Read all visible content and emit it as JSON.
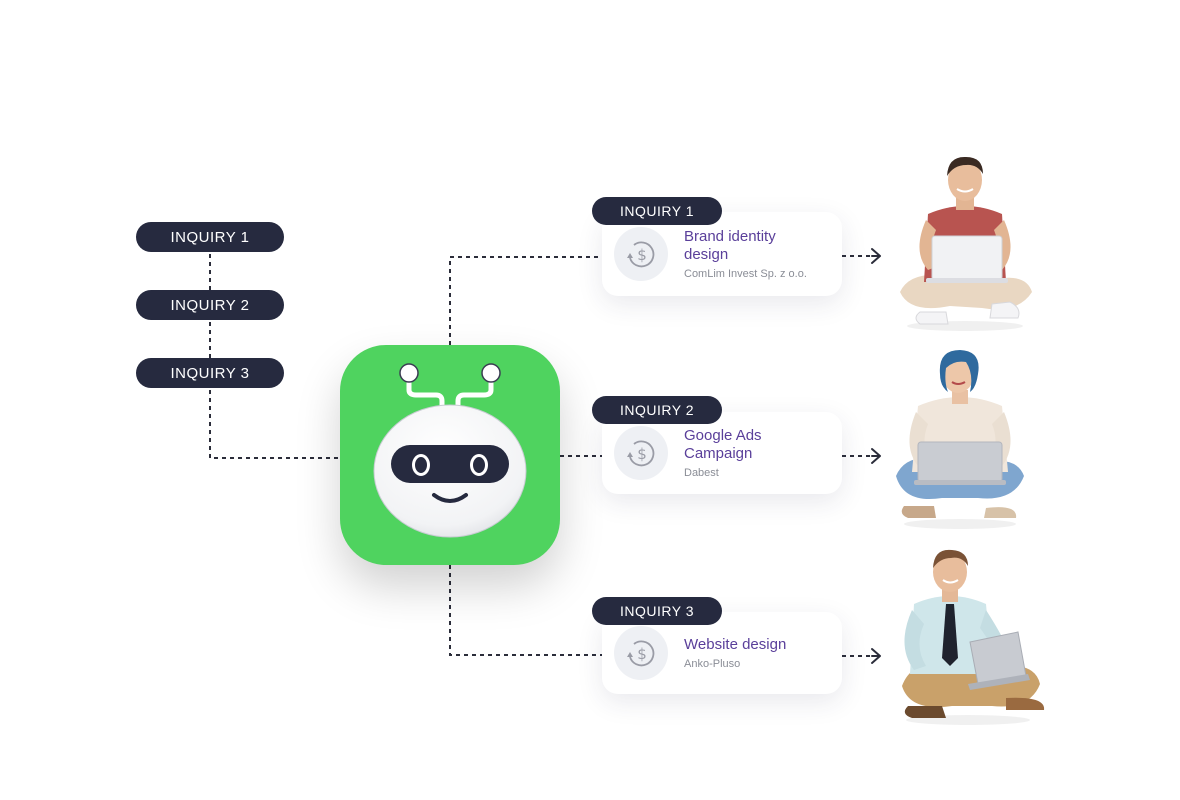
{
  "left_inquiries": [
    {
      "label": "INQUIRY 1"
    },
    {
      "label": "INQUIRY 2"
    },
    {
      "label": "INQUIRY 3"
    }
  ],
  "routed": [
    {
      "tag": "INQUIRY 1",
      "title_line1": "Brand identity",
      "title_line2": "design",
      "company": "ComLim Invest Sp. z o.o."
    },
    {
      "tag": "INQUIRY 2",
      "title_line1": "Google Ads",
      "title_line2": "Campaign",
      "company": "Dabest"
    },
    {
      "tag": "INQUIRY 3",
      "title_line1": "Website design",
      "title_line2": "",
      "company": "Anko-Pluso"
    }
  ],
  "colors": {
    "pill_bg": "#262a3f",
    "robot_green": "#4fd35f",
    "title_purple": "#5a3f9a",
    "connector": "#2b2d3a"
  },
  "icons": {
    "robot": "robot-icon",
    "coin": "dollar-refresh-icon",
    "arrow": "arrow-right-icon"
  }
}
